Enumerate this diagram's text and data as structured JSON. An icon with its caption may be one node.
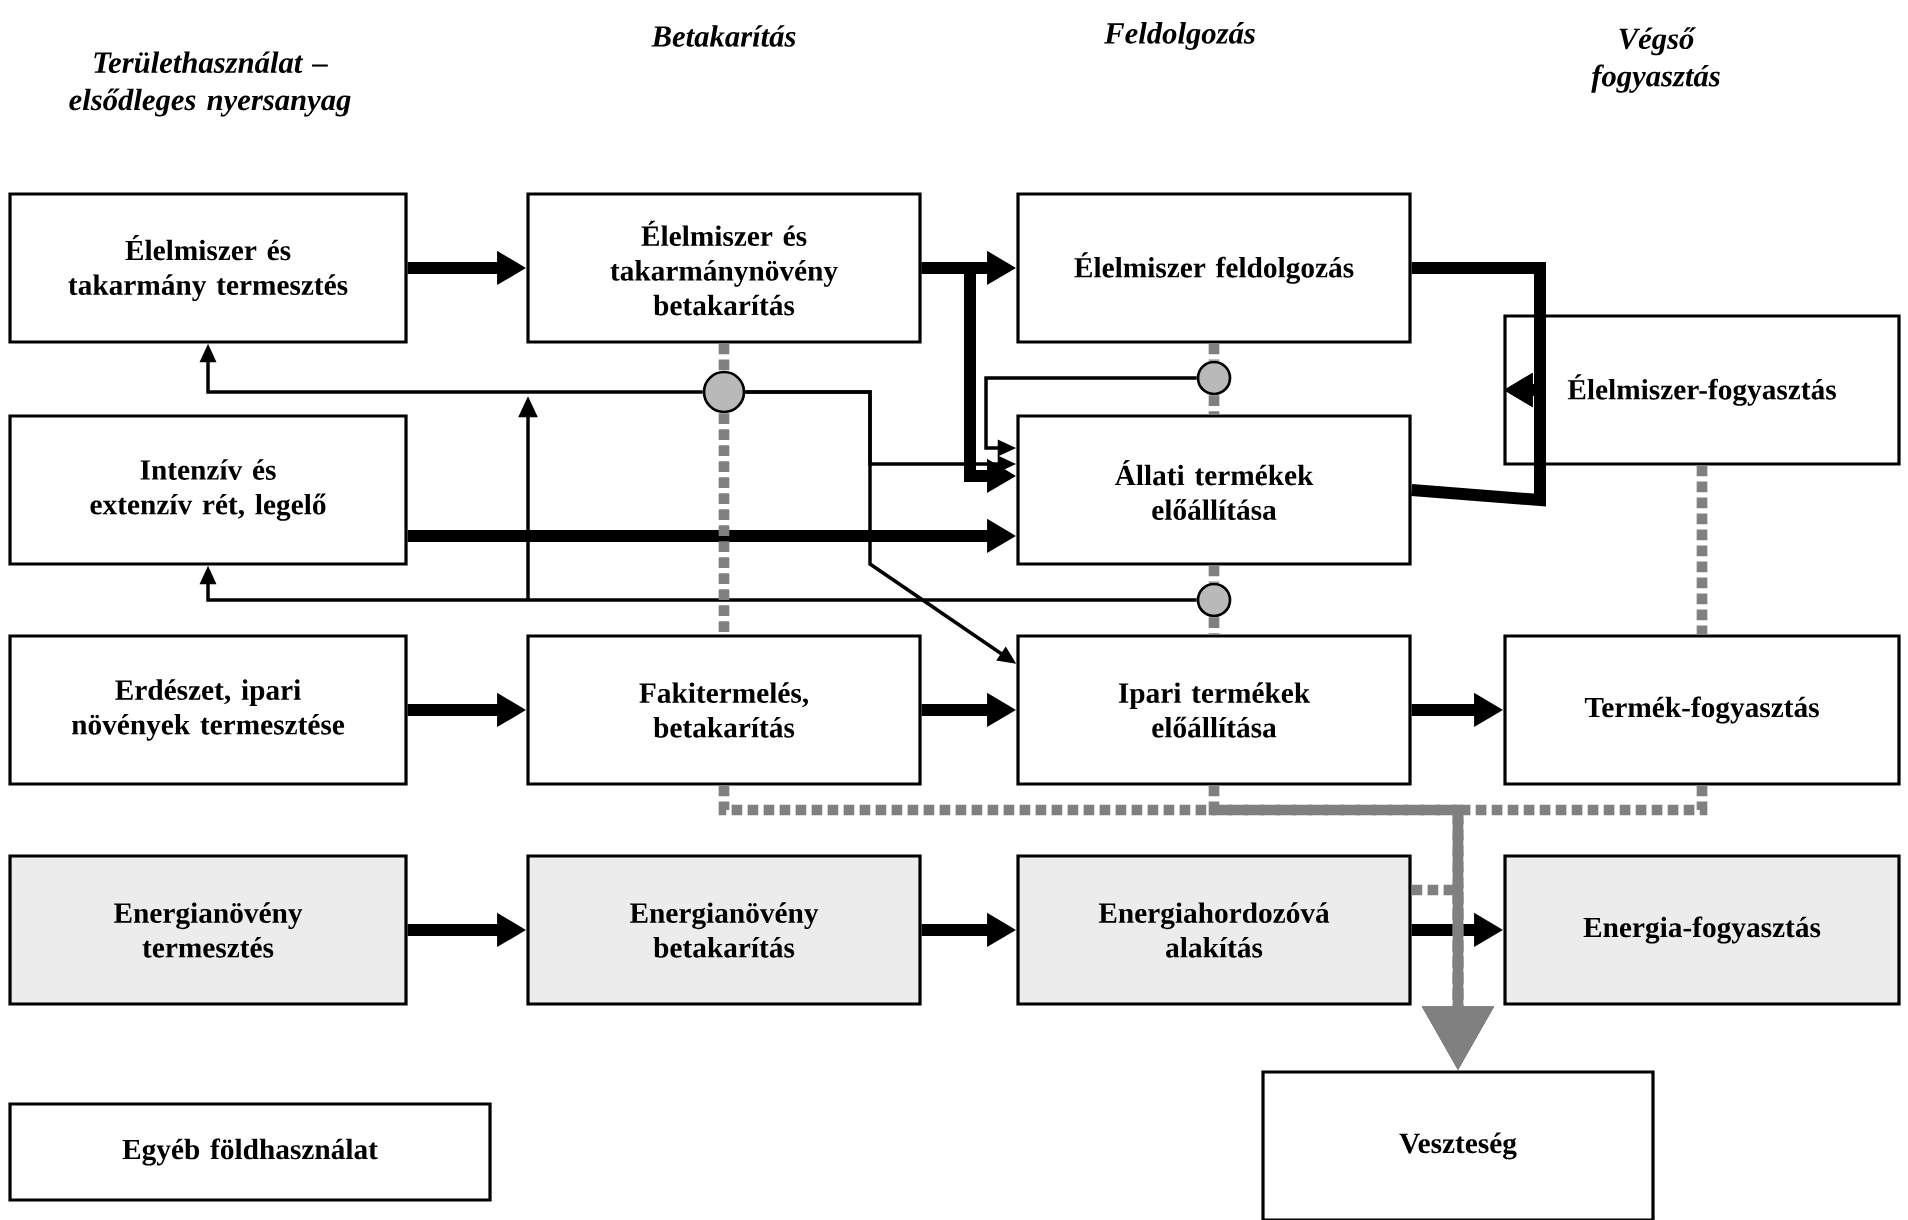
{
  "diagram": {
    "nodes": [
      {
        "text": [
          "Élelmiszer és takarmány termesztés"
        ]
      },
      {
        "text": [
          "Élelmiszer és takarmánynövény betakarítás"
        ]
      },
      {
        "text": [
          "Élelmiszer feldolgozás"
        ]
      },
      {
        "text": [
          "Élelmiszer-fogyasztás"
        ]
      },
      {
        "text": [
          "Intenzív és extenzív rét, legelő"
        ]
      },
      {
        "text": [
          "Állati termékek előállítása"
        ]
      },
      {
        "text": [
          "Erdészet, ipari növények termesztése"
        ]
      },
      {
        "text": [
          "Fakitermelés, betakarítás"
        ]
      },
      {
        "text": [
          "Ipari termékek előállítása"
        ]
      },
      {
        "text": [
          "Termék-fogyasztás"
        ]
      },
      {
        "text": [
          "Energianövény termesztés"
        ]
      },
      {
        "text": [
          "Energianövény betakarítás"
        ]
      },
      {
        "text": [
          "Energiahordozóvá alakítás"
        ]
      },
      {
        "text": [
          "Energia-fogyasztás"
        ]
      },
      {
        "text": [
          "Egyéb földhasználat"
        ]
      },
      {
        "text": [
          "Veszteség"
        ]
      },
      {
        "text": [],
        "shape": "circle"
      },
      {
        "text": [],
        "shape": "circle"
      },
      {
        "text": [],
        "shape": "circle"
      }
    ],
    "edges": [
      {
        "from": 0,
        "to": 1,
        "arrow": "to"
      },
      {
        "from": 1,
        "to": 2,
        "arrow": "to"
      },
      {
        "from": 1,
        "to": 5,
        "arrow": "to"
      },
      {
        "from": 2,
        "to": 3,
        "arrow": "to"
      },
      {
        "from": 5,
        "to": 3,
        "arrow": "to"
      },
      {
        "from": 4,
        "to": 5,
        "arrow": "to"
      },
      {
        "from": 6,
        "to": 7,
        "arrow": "to"
      },
      {
        "from": 7,
        "to": 8,
        "arrow": "to"
      },
      {
        "from": 8,
        "to": 9,
        "arrow": "to"
      },
      {
        "from": 10,
        "to": 11,
        "arrow": "to"
      },
      {
        "from": 11,
        "to": 12,
        "arrow": "to"
      },
      {
        "from": 12,
        "to": 13,
        "arrow": "to"
      },
      {
        "from": 16,
        "to": 0,
        "arrow": "to"
      },
      {
        "from": 16,
        "to": 5,
        "arrow": "to"
      },
      {
        "from": 16,
        "to": 8,
        "arrow": "to"
      },
      {
        "from": 17,
        "to": 5,
        "arrow": "to"
      },
      {
        "from": 18,
        "to": 4,
        "arrow": "to"
      },
      {
        "from": 1,
        "to": 16,
        "arrow": "none",
        "style": "dashed",
        "color": "#808080"
      },
      {
        "from": 16,
        "to": 7,
        "arrow": "none",
        "style": "dashed",
        "color": "#808080"
      },
      {
        "from": 2,
        "to": 17,
        "arrow": "none",
        "style": "dashed",
        "color": "#808080"
      },
      {
        "from": 17,
        "to": 5,
        "arrow": "none",
        "style": "dashed",
        "color": "#808080"
      },
      {
        "from": 5,
        "to": 18,
        "arrow": "none",
        "style": "dashed",
        "color": "#808080"
      },
      {
        "from": 18,
        "to": 8,
        "arrow": "none",
        "style": "dashed",
        "color": "#808080"
      },
      {
        "from": 3,
        "to": 9,
        "arrow": "none",
        "style": "dashed",
        "color": "#808080"
      },
      {
        "from": 7,
        "to": 15,
        "arrow": "to",
        "style": "dashed",
        "color": "#808080"
      },
      {
        "from": 8,
        "to": 15,
        "arrow": "to",
        "style": "dashed",
        "color": "#808080"
      },
      {
        "from": 9,
        "to": 15,
        "arrow": "to",
        "style": "dashed",
        "color": "#808080"
      },
      {
        "from": 12,
        "to": 15,
        "arrow": "to",
        "style": "dashed",
        "color": "#808080"
      }
    ],
    "labels": [
      "Területhasználat – elsődleges nyersanyag",
      "Betakarítás",
      "Feldolgozás",
      "Végső fogyasztás"
    ]
  }
}
